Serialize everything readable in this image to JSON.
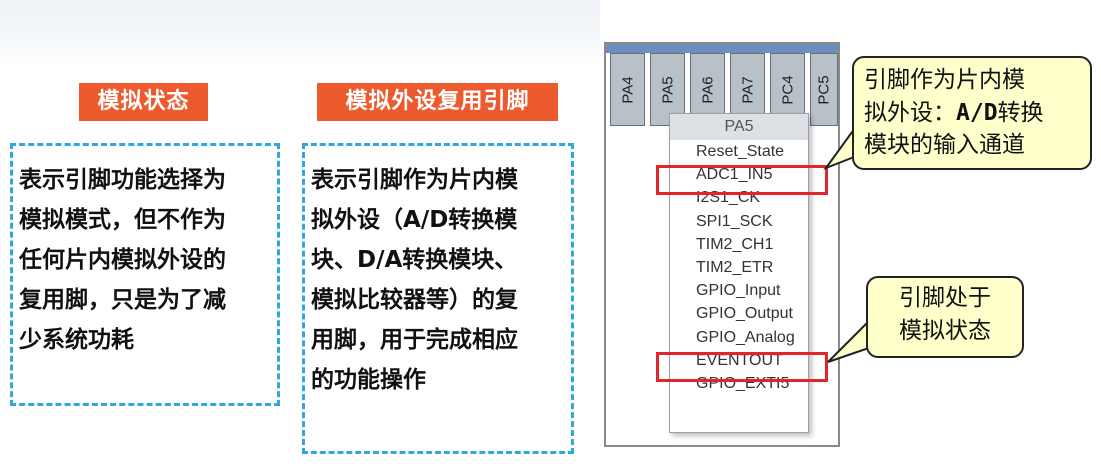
{
  "left": {
    "tag1": "模拟状态",
    "box1_lines": [
      "表示引脚功能选择为",
      "模拟模式，但不作为",
      "任何片内模拟外设的",
      "复用脚，只是为了减",
      "少系统功耗"
    ],
    "tag2": "模拟外设复用引脚",
    "box2_lines": [
      "表示引脚作为片内模",
      "拟外设（A/D转换模",
      "块、D/A转换模块、",
      "模拟比较器等）的复",
      "用脚，用于完成相应",
      "的功能操作"
    ]
  },
  "pins": [
    "PA4",
    "PA5",
    "PA6",
    "PA7",
    "PC4",
    "PC5"
  ],
  "menu": {
    "header": "PA5",
    "items": [
      "Reset_State",
      "ADC1_IN5",
      "I2S1_CK",
      "SPI1_SCK",
      "TIM2_CH1",
      "TIM2_ETR",
      "GPIO_Input",
      "GPIO_Output",
      "GPIO_Analog",
      "EVENTOUT",
      "GPIO_EXTI5"
    ]
  },
  "callout1": {
    "line1": "引脚作为片内模",
    "line2_pre": "拟外设：",
    "line2_mono": "A/D",
    "line2_post": "转换",
    "line3": "模块的输入通道"
  },
  "callout2": {
    "line1": "引脚处于",
    "line2": "模拟状态"
  },
  "colors": {
    "tag_bg": "#ed5a2d",
    "dashed_border": "#2fa8dc",
    "highlight_red": "#e0262b",
    "callout_bg": "#ffffcc",
    "pin_bar": "#6d8fbf"
  }
}
